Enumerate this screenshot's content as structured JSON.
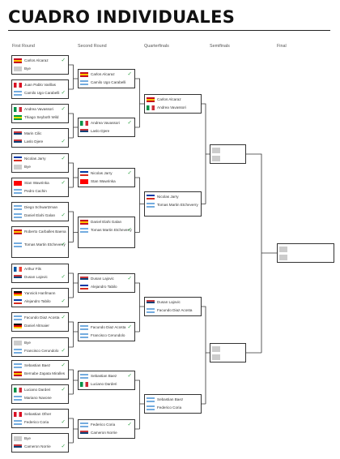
{
  "title": "CUADRO INDIVIDUALES",
  "rounds": [
    "First Round",
    "Second Round",
    "Quarterfinals",
    "Semifinals",
    "Final"
  ],
  "colors": {
    "check": "#2ea043",
    "bye": "#cccccc"
  },
  "flags": {
    "ESP": [
      "#c60b1e",
      "#ffc400",
      "#c60b1e"
    ],
    "ARG": [
      "#74acdf",
      "#ffffff",
      "#74acdf"
    ],
    "PER": [
      "#d91023",
      "#ffffff",
      "#d91023"
    ],
    "ITA": [
      "#009246",
      "#ffffff",
      "#ce2b37"
    ],
    "BRA": [
      "#009c3b",
      "#ffdf00",
      "#009c3b"
    ],
    "SRB": [
      "#c6363c",
      "#0c4076",
      "#ffffff"
    ],
    "CHI": [
      "#0039a6",
      "#ffffff",
      "#d52b1e"
    ],
    "SUI": [
      "#ff0000",
      "#ffffff",
      "#ff0000"
    ],
    "FRA": [
      "#0055a4",
      "#ffffff",
      "#ef4135"
    ],
    "GER": [
      "#000000",
      "#dd0000",
      "#ffce00"
    ],
    "BYE": [
      "#cccccc",
      "#cccccc",
      "#cccccc"
    ]
  },
  "matches": [
    {
      "id": "r1m1",
      "players": [
        {
          "name": "Carlos Alcaraz",
          "flag": "ESP",
          "win": true
        },
        {
          "name": "Bye",
          "flag": "BYE",
          "win": false
        }
      ]
    },
    {
      "id": "r1m2",
      "players": [
        {
          "name": "Juan Pablo Varillas",
          "flag": "PER",
          "win": false
        },
        {
          "name": "Camilo Ugo Carabelli",
          "flag": "ARG",
          "win": true
        }
      ]
    },
    {
      "id": "r1m3",
      "players": [
        {
          "name": "Andrea Vavassori",
          "flag": "ITA",
          "win": true
        },
        {
          "name": "Thiago Seyboth Wild",
          "flag": "BRA",
          "win": false
        }
      ]
    },
    {
      "id": "r1m4",
      "players": [
        {
          "name": "Marin Cilic",
          "flag": "SRB",
          "win": false
        },
        {
          "name": "Laslo Djere",
          "flag": "SRB",
          "win": true
        }
      ]
    },
    {
      "id": "r1m5",
      "players": [
        {
          "name": "Nicolas Jarry",
          "flag": "CHI",
          "win": true
        },
        {
          "name": "Bye",
          "flag": "BYE",
          "win": false
        }
      ]
    },
    {
      "id": "r1m6",
      "players": [
        {
          "name": "Stan Wawrinka",
          "flag": "SUI",
          "win": true
        },
        {
          "name": "Pedro Cachin",
          "flag": "ARG",
          "win": false
        }
      ]
    },
    {
      "id": "r1m7",
      "players": [
        {
          "name": "Diego Schwartzman",
          "flag": "ARG",
          "win": false
        },
        {
          "name": "Daniel Elahi Galan",
          "flag": "ARG",
          "win": true
        }
      ]
    },
    {
      "id": "r1m8",
      "players": [
        {
          "name": "Roberto Carballes Baena",
          "flag": "ESP",
          "win": false
        },
        {
          "name": "Tomas Martin Etcheverry",
          "flag": "ARG",
          "win": true
        }
      ]
    },
    {
      "id": "r1m9",
      "players": [
        {
          "name": "Arthur Fils",
          "flag": "FRA",
          "win": false
        },
        {
          "name": "Dusan Lajovic",
          "flag": "SRB",
          "win": true
        }
      ]
    },
    {
      "id": "r1m10",
      "players": [
        {
          "name": "Yannick Hanfmann",
          "flag": "GER",
          "win": false
        },
        {
          "name": "Alejandro Tabilo",
          "flag": "CHI",
          "win": true
        }
      ]
    },
    {
      "id": "r1m11",
      "players": [
        {
          "name": "Facundo Diaz Acosta",
          "flag": "ARG",
          "win": true
        },
        {
          "name": "Daniel Altmaier",
          "flag": "GER",
          "win": false
        }
      ]
    },
    {
      "id": "r1m12",
      "players": [
        {
          "name": "Bye",
          "flag": "BYE",
          "win": false
        },
        {
          "name": "Francisco Cerundolo",
          "flag": "ARG",
          "win": true
        }
      ]
    },
    {
      "id": "r1m13",
      "players": [
        {
          "name": "Sebastian Baez",
          "flag": "ARG",
          "win": true
        },
        {
          "name": "Bernabe Zapata Miralles",
          "flag": "ESP",
          "win": false
        }
      ]
    },
    {
      "id": "r1m14",
      "players": [
        {
          "name": "Luciano Darderi",
          "flag": "ITA",
          "win": true
        },
        {
          "name": "Mariano Navone",
          "flag": "ARG",
          "win": false
        }
      ]
    },
    {
      "id": "r1m15",
      "players": [
        {
          "name": "Sebastian Ofner",
          "flag": "PER",
          "win": false
        },
        {
          "name": "Federico Coria",
          "flag": "ARG",
          "win": true
        }
      ]
    },
    {
      "id": "r1m16",
      "players": [
        {
          "name": "Bye",
          "flag": "BYE",
          "win": false
        },
        {
          "name": "Cameron Norrie",
          "flag": "SRB",
          "win": true
        }
      ]
    },
    {
      "id": "r2m1",
      "players": [
        {
          "name": "Carlos Alcaraz",
          "flag": "ESP",
          "win": true
        },
        {
          "name": "Camilo Ugo Carabelli",
          "flag": "ARG",
          "win": false
        }
      ]
    },
    {
      "id": "r2m2",
      "players": [
        {
          "name": "Andrea Vavassori",
          "flag": "ITA",
          "win": true
        },
        {
          "name": "Laslo Djere",
          "flag": "SRB",
          "win": false
        }
      ]
    },
    {
      "id": "r2m3",
      "players": [
        {
          "name": "Nicolas Jarry",
          "flag": "CHI",
          "win": true
        },
        {
          "name": "Stan Wawrinka",
          "flag": "SUI",
          "win": false
        }
      ]
    },
    {
      "id": "r2m4",
      "players": [
        {
          "name": "Daniel Elahi Galan",
          "flag": "ESP",
          "win": false
        },
        {
          "name": "Tomas Martin Etcheverry",
          "flag": "ARG",
          "win": true
        }
      ]
    },
    {
      "id": "r2m5",
      "players": [
        {
          "name": "Dusan Lajovic",
          "flag": "SRB",
          "win": true
        },
        {
          "name": "Alejandro Tabilo",
          "flag": "CHI",
          "win": false
        }
      ]
    },
    {
      "id": "r2m6",
      "players": [
        {
          "name": "Facundo Diaz Acosta",
          "flag": "ARG",
          "win": true
        },
        {
          "name": "Francisco Cerundolo",
          "flag": "ARG",
          "win": false
        }
      ]
    },
    {
      "id": "r2m7",
      "players": [
        {
          "name": "Sebastian Baez",
          "flag": "ARG",
          "win": true
        },
        {
          "name": "Luciano Darderi",
          "flag": "ITA",
          "win": false
        }
      ]
    },
    {
      "id": "r2m8",
      "players": [
        {
          "name": "Federico Coria",
          "flag": "ARG",
          "win": true
        },
        {
          "name": "Cameron Norrie",
          "flag": "SRB",
          "win": false
        }
      ]
    },
    {
      "id": "qf1",
      "players": [
        {
          "name": "Carlos Alcaraz",
          "flag": "ESP",
          "win": false
        },
        {
          "name": "Andrea Vavassori",
          "flag": "ITA",
          "win": false
        }
      ]
    },
    {
      "id": "qf2",
      "players": [
        {
          "name": "Nicolas Jarry",
          "flag": "CHI",
          "win": false
        },
        {
          "name": "Tomas Martin Etcheverry",
          "flag": "ARG",
          "win": false
        }
      ]
    },
    {
      "id": "qf3",
      "players": [
        {
          "name": "Dusan Lajovic",
          "flag": "SRB",
          "win": false
        },
        {
          "name": "Facundo Diaz Acosta",
          "flag": "ARG",
          "win": false
        }
      ]
    },
    {
      "id": "qf4",
      "players": [
        {
          "name": "Sebastian Baez",
          "flag": "ARG",
          "win": false
        },
        {
          "name": "Federico Coria",
          "flag": "ARG",
          "win": false
        }
      ]
    },
    {
      "id": "sf1",
      "players": [
        {
          "name": "",
          "flag": "BYE",
          "win": false
        },
        {
          "name": "",
          "flag": "BYE",
          "win": false
        }
      ]
    },
    {
      "id": "sf2",
      "players": [
        {
          "name": "",
          "flag": "BYE",
          "win": false
        },
        {
          "name": "",
          "flag": "BYE",
          "win": false
        }
      ]
    },
    {
      "id": "f1",
      "players": [
        {
          "name": "",
          "flag": "BYE",
          "win": false
        },
        {
          "name": "",
          "flag": "BYE",
          "win": false
        }
      ]
    }
  ]
}
